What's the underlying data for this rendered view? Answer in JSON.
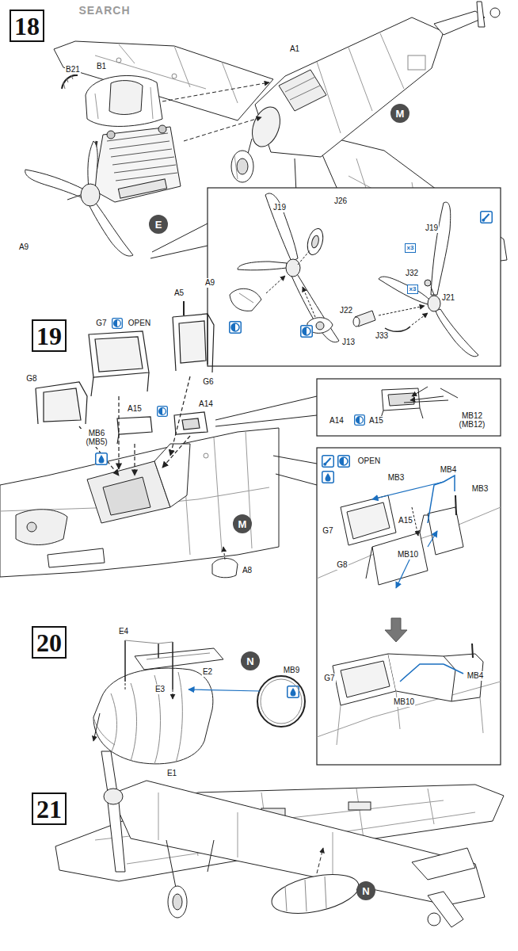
{
  "diagram": {
    "nodes": [
      {
        "text": [
          "18"
        ]
      },
      {
        "text": [
          "M"
        ]
      },
      {
        "text": [
          "E"
        ]
      },
      {
        "text": [
          "x3"
        ]
      },
      {
        "text": [
          "x3"
        ]
      },
      {
        "text": [
          "19"
        ]
      },
      {
        "text": [
          "M"
        ]
      },
      {
        "text": [
          "20"
        ]
      },
      {
        "text": [
          "N"
        ]
      },
      {
        "text": [
          "21"
        ]
      },
      {
        "text": [
          "N"
        ]
      }
    ],
    "labels": [
      "SEARCH",
      "B21",
      "B1",
      "A1",
      "A9",
      "J19",
      "J26",
      "A9",
      "J13",
      "J19",
      "J32",
      "J21",
      "J22",
      "J33",
      "A5",
      "G7",
      "OPEN",
      "G6",
      "G8",
      "A15",
      "A14",
      "MB6 (MB5)",
      "A8",
      "A14",
      "A15",
      "MB12 (MB12)",
      "OPEN",
      "MB3",
      "MB4",
      "MB3",
      "G7",
      "A15",
      "MB10",
      "G8",
      "G7",
      "MB4",
      "MB10",
      "E4",
      "E2",
      "E3",
      "MB9",
      "E1"
    ]
  }
}
